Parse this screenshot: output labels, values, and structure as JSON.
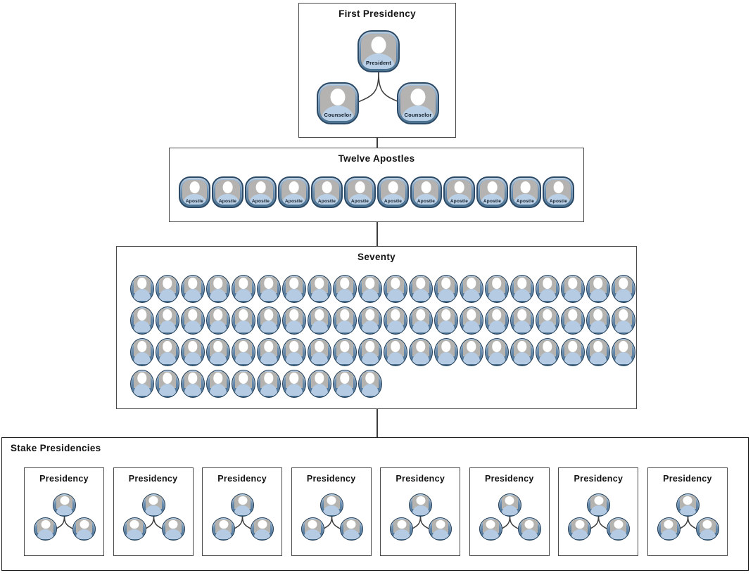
{
  "colors": {
    "background": "#ffffff",
    "box_border": "#4a4a4a",
    "outer_box_border": "#1c1c1c",
    "connector": "#3d3d3d",
    "icon_border": "#2c4a66",
    "icon_ring_blue": "#5d83a8",
    "icon_gray": "#b5b3b1",
    "icon_head": "#ffffff",
    "icon_body_blue": "#b9cfe6",
    "title_text": "#141414"
  },
  "first_presidency": {
    "title": "First Presidency",
    "president_label": "President",
    "counselor_left_label": "Counselor",
    "counselor_right_label": "Counselor"
  },
  "twelve_apostles": {
    "title": "Twelve Apostles",
    "member_label": "Apostle",
    "member_count": 12
  },
  "seventy": {
    "title": "Seventy",
    "member_total": 70,
    "row_counts": [
      20,
      20,
      20,
      10
    ]
  },
  "stake_presidencies": {
    "title": "Stake Presidencies",
    "presidency_count": 8,
    "presidency_title": "Presidency",
    "members_per_presidency": 3
  }
}
